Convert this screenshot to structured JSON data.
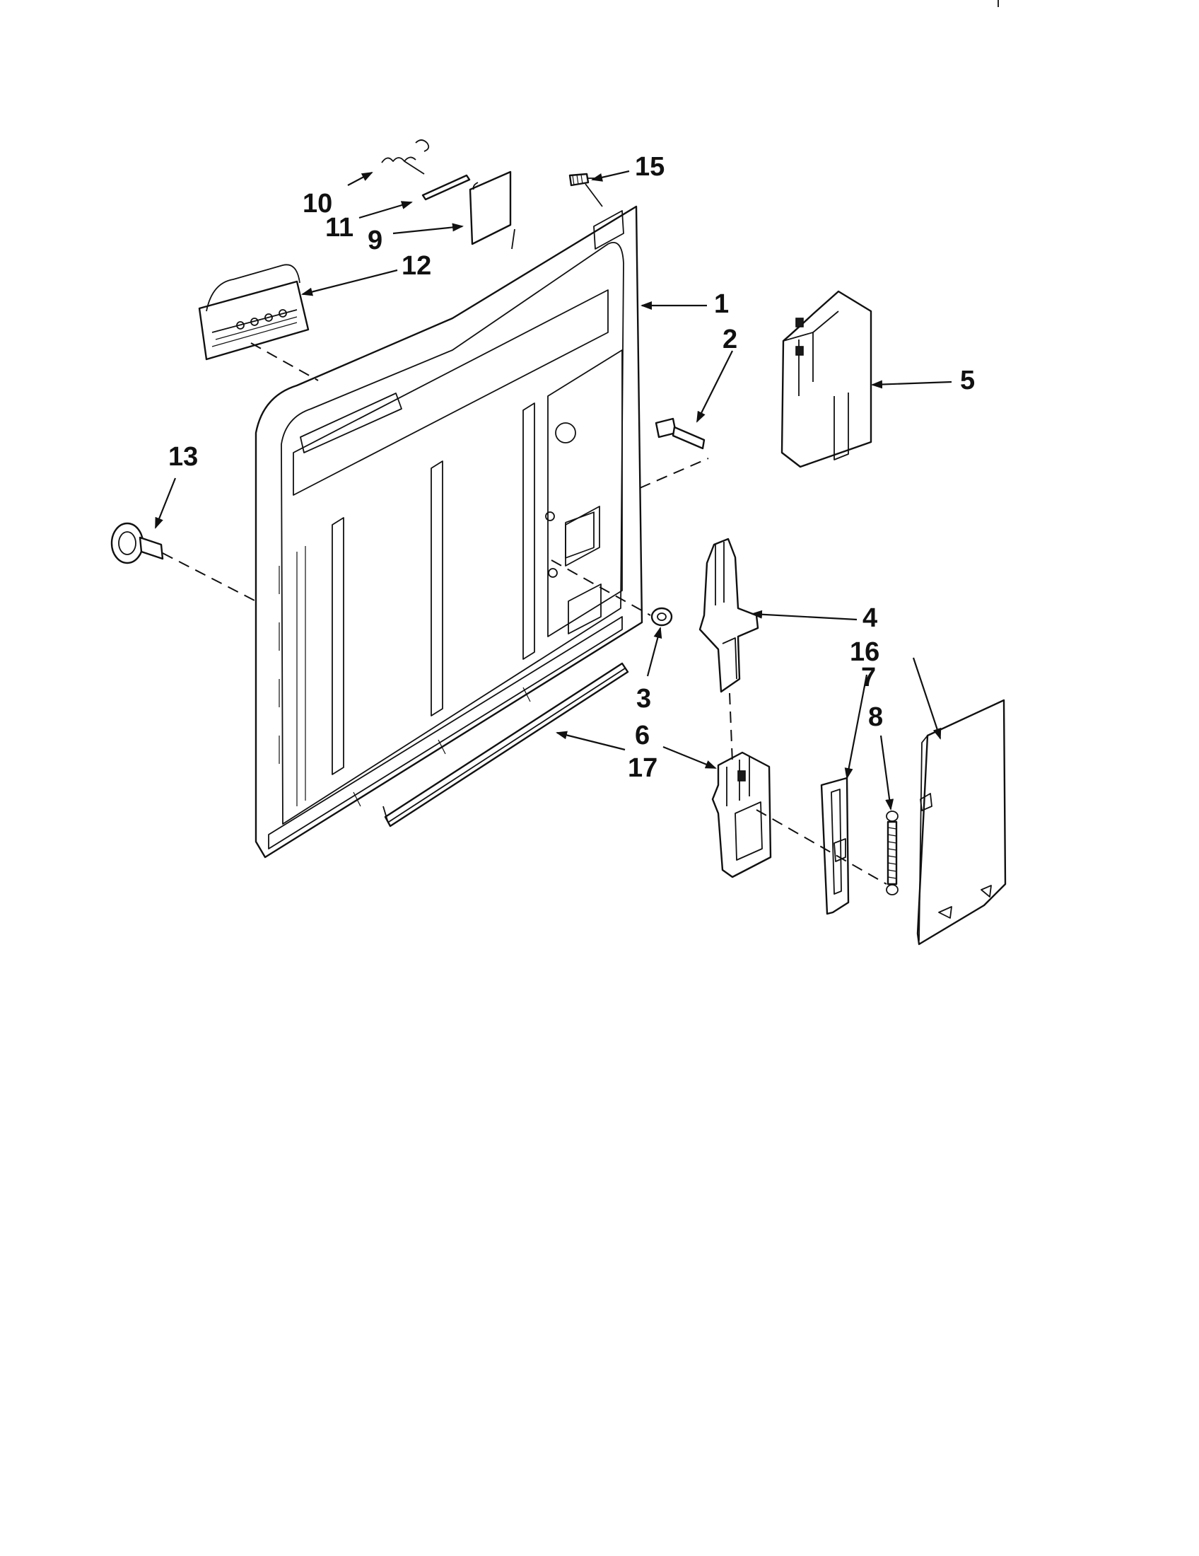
{
  "callouts": {
    "c1": "1",
    "c2": "2",
    "c3": "3",
    "c4": "4",
    "c5": "5",
    "c6": "6",
    "c7": "7",
    "c8": "8",
    "c9": "9",
    "c10": "10",
    "c11": "11",
    "c12": "12",
    "c13": "13",
    "c15": "15",
    "c16": "16",
    "c17": "17"
  },
  "colors": {
    "ink": "#111111",
    "paper": "#ffffff"
  }
}
